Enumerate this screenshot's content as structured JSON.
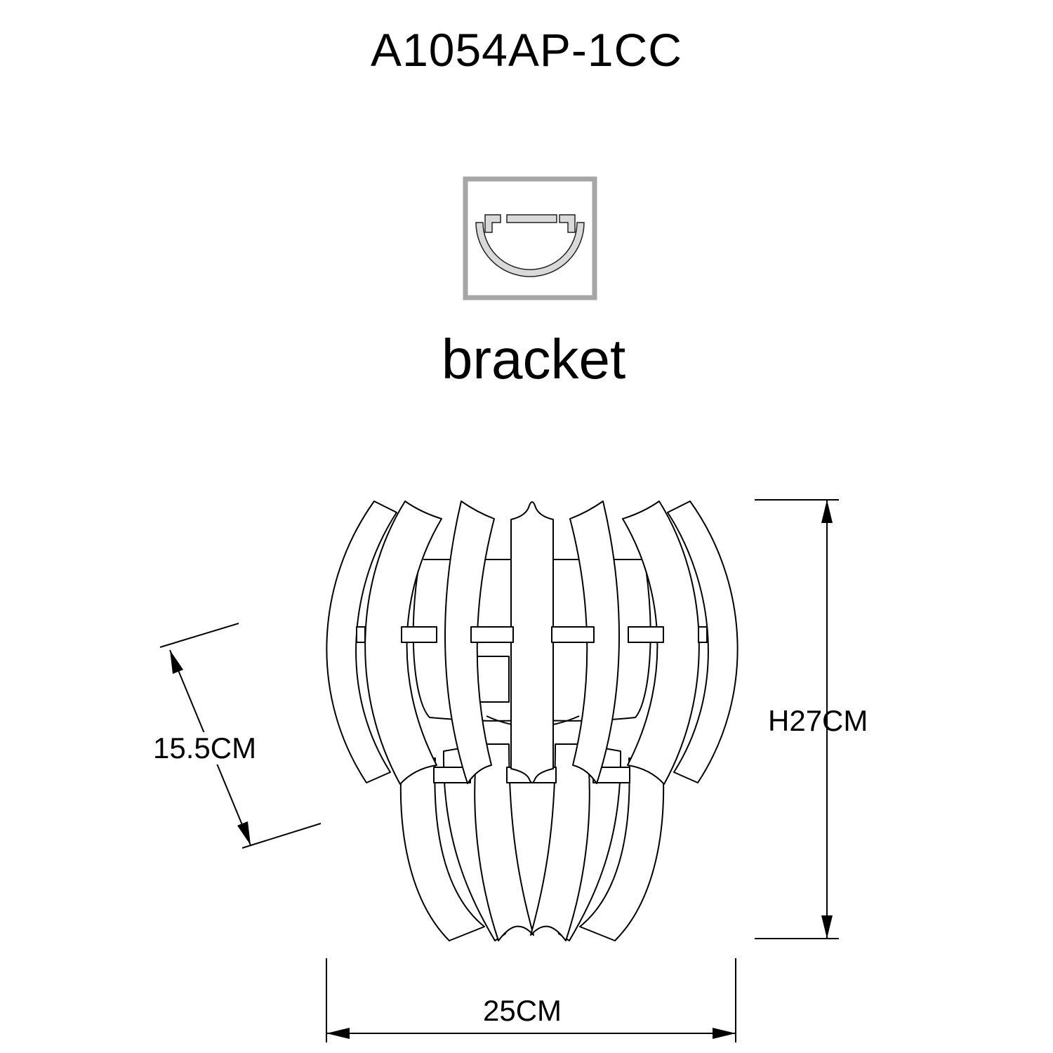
{
  "title": "A1054AP-1CC",
  "bracket": {
    "label": "bracket",
    "icon": "half-round-bracket-icon"
  },
  "dimensions": {
    "height": "H27CM",
    "width": "25CM",
    "depth": "15.5CM"
  },
  "colors": {
    "line": "#000000",
    "bracket_fill": "#d9d9d9",
    "bracket_frame": "#a6a6a6"
  }
}
